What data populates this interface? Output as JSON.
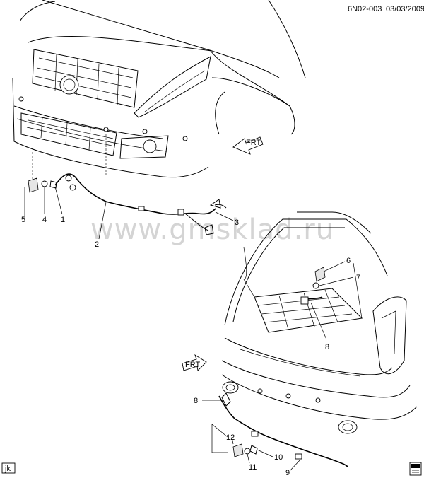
{
  "header": {
    "code": "6N02-003",
    "date": "03/03/2009"
  },
  "watermark": "www.gmsklad.ru",
  "frt_arrows": [
    "FRT",
    "FRT"
  ],
  "footer": {
    "initials": "jk"
  },
  "callouts": [
    "1",
    "2",
    "3",
    "4",
    "5",
    "6",
    "7",
    "8",
    "8",
    "9",
    "10",
    "11",
    "12"
  ]
}
